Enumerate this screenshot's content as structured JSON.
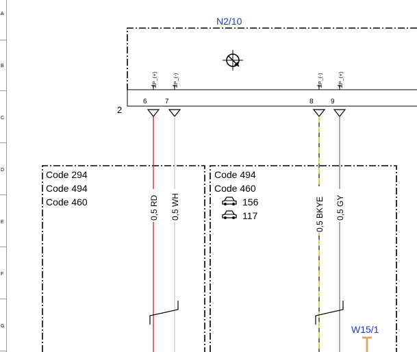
{
  "rows": [
    "A",
    "B",
    "C",
    "D",
    "E",
    "F",
    "G"
  ],
  "component": {
    "name": "N2/10",
    "connector": "2"
  },
  "pins": [
    {
      "number": "6",
      "label": "ZP_(+)"
    },
    {
      "number": "7",
      "label": "ZP_(-)"
    },
    {
      "number": "8",
      "label": "ZP_(-)"
    },
    {
      "number": "9",
      "label": "ZP_(+)"
    }
  ],
  "wires": [
    {
      "label": "0,5 RD",
      "color": "#cc1f1f"
    },
    {
      "label": "0,5 WH",
      "color": "#c8c8c8"
    },
    {
      "label": "0,5 BKYE",
      "color": "#f2e23a"
    },
    {
      "label": "0,5 GY",
      "color": "#7a7a7a"
    }
  ],
  "left_box": {
    "codes": [
      "Code 294",
      "Code 494",
      "Code 460"
    ]
  },
  "right_box": {
    "codes": [
      "Code 494",
      "Code 460"
    ],
    "vehicles": [
      {
        "icon": "car-icon",
        "value": "156"
      },
      {
        "icon": "car-icon",
        "value": "117"
      }
    ]
  },
  "ground": {
    "name": "W15/1",
    "color": "#d9a86c"
  }
}
